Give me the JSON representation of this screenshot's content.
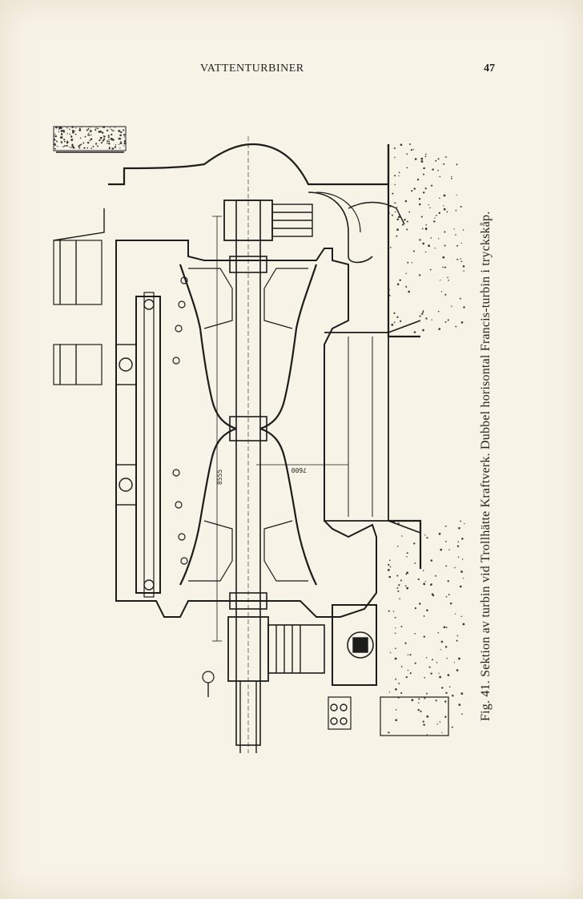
{
  "header": {
    "running_title": "VATTENTURBINER",
    "page_number": "47"
  },
  "figure": {
    "caption": "Fig. 41.  Sektion av turbin vid Trollhätte Kraftverk. Dubbel horisontal Francis-turbin i tryckskåp.",
    "dimension_left": "8555",
    "dimension_center": "7600"
  }
}
